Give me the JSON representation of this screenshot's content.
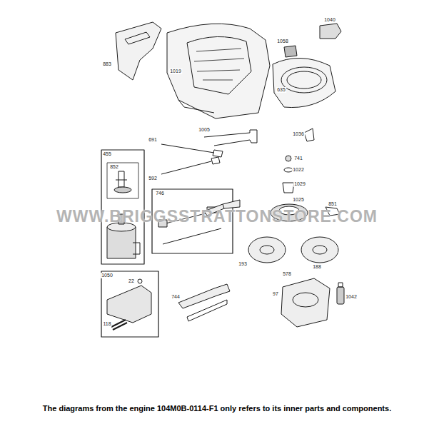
{
  "diagram": {
    "caption": "The diagrams from the engine  104M0B-0114-F1 only refers to its inner parts and components.",
    "labels": [
      "883",
      "1019",
      "1040",
      "1058",
      "635",
      "691",
      "1005",
      "1036",
      "592",
      "455",
      "852",
      "741",
      "1022",
      "1029",
      "746",
      "1025",
      "851",
      "193",
      "188",
      "578",
      "97",
      "1042",
      "1050",
      "22",
      "118",
      "744",
      "WWW.BRIGGSSTRATTONSTORE.COM"
    ]
  }
}
